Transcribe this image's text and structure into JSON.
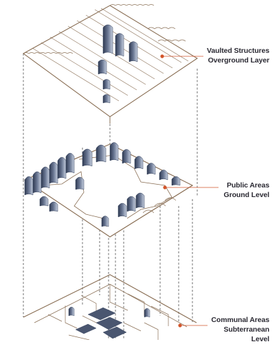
{
  "colors": {
    "line": "#8a6f55",
    "fill_dark": "#4a5670",
    "fill_light": "#c9d1e0",
    "leader": "#d2552b",
    "text": "#2b2a33",
    "dash": "#333333"
  },
  "layers": [
    {
      "id": "vaulted",
      "label_line1": "Vaulted Structures",
      "label_line2": "Overground Layer"
    },
    {
      "id": "public",
      "label_line1": "Public Areas",
      "label_line2": "Ground Level"
    },
    {
      "id": "communal",
      "label_line1": "Communal Areas",
      "label_line2": "Subterranean",
      "label_line3": "Level"
    }
  ]
}
